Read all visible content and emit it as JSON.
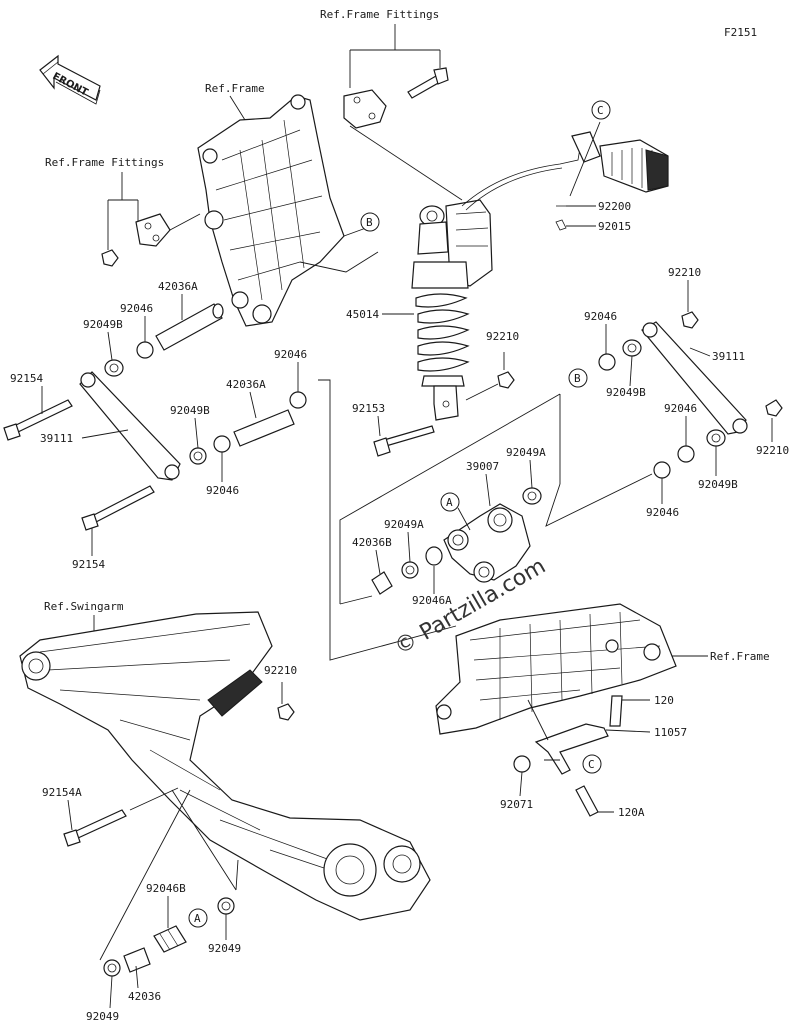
{
  "figure_id": "F2151",
  "front_label": "FRONT",
  "watermark": "© Partzilla.com",
  "refs": {
    "frame_fittings_top": "Ref.Frame Fittings",
    "frame_fittings_left": "Ref.Frame Fittings",
    "frame_top": "Ref.Frame",
    "frame_right": "Ref.Frame",
    "swingarm": "Ref.Swingarm"
  },
  "callouts": {
    "a": "A",
    "b": "B",
    "c": "C"
  },
  "parts": {
    "p92200": "92200",
    "p92015": "92015",
    "p92210_r": "92210",
    "p42036a_top": "42036A",
    "p92046_l1": "92046",
    "p92049b_l": "92049B",
    "p45014": "45014",
    "p92210_c": "92210",
    "p92046_r1": "92046",
    "p39111_r": "39111",
    "p92154_top": "92154",
    "p92046_l2": "92046",
    "p42036a_mid": "42036A",
    "p92049b_ml": "92049B",
    "p92153": "92153",
    "p92049b_r": "92049B",
    "p92046_r2": "92046",
    "p92210_rr": "92210",
    "p39111_l": "39111",
    "p92046_l3": "92046",
    "p39007": "39007",
    "p92049a_top": "92049A",
    "p92049b_rr": "92049B",
    "p92154_bot": "92154",
    "p92049a_mid": "92049A",
    "p42036b": "42036B",
    "p92046_r3": "92046",
    "p92046a": "92046A",
    "p92210_sw": "92210",
    "p120": "120",
    "p11057": "11057",
    "p92154a": "92154A",
    "p92071": "92071",
    "p120a": "120A",
    "p92046b": "92046B",
    "p92049_a": "92049",
    "p42036": "42036",
    "p92049_b": "92049"
  }
}
